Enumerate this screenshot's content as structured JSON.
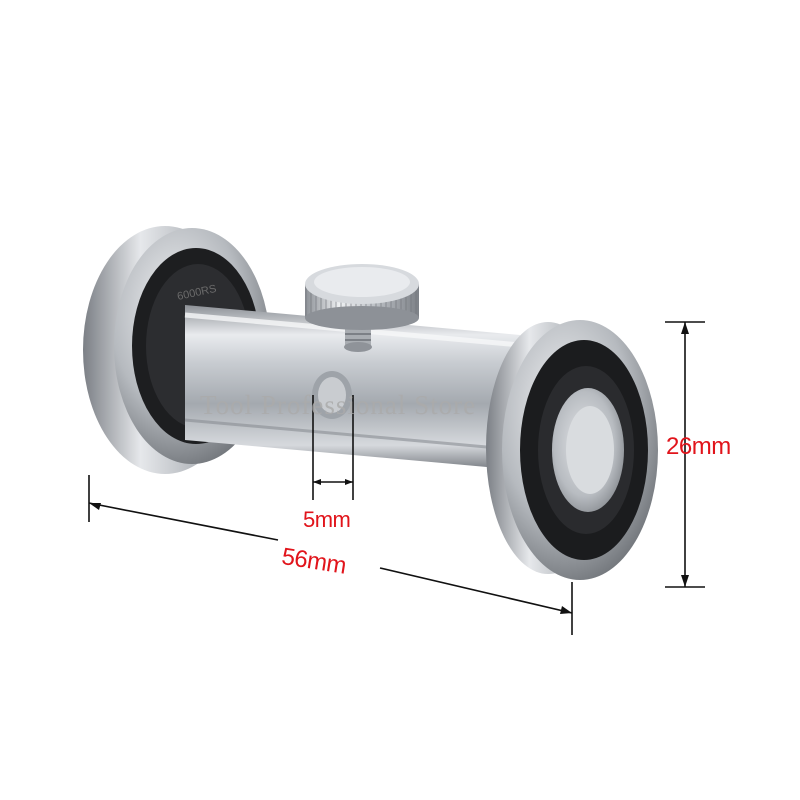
{
  "dimensions": {
    "slot_width": "5mm",
    "overall_length": "56mm",
    "wheel_diameter": "26mm"
  },
  "watermark": "Tool Professional Store",
  "colors": {
    "dimension_red": "#e1141b",
    "dimension_line": "#111111",
    "background": "#ffffff"
  }
}
